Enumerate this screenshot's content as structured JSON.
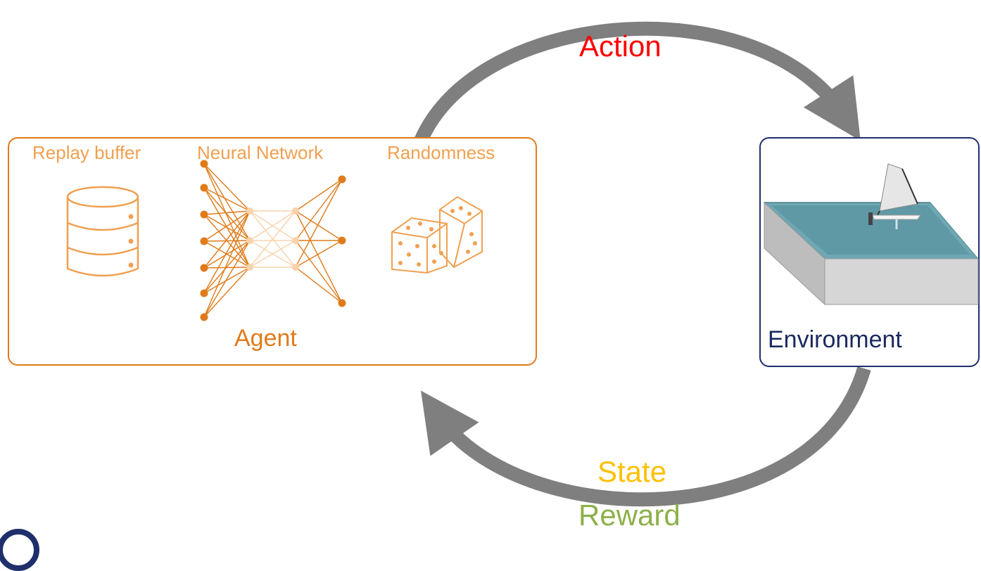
{
  "diagram": {
    "agent": {
      "title": "Agent",
      "components": [
        {
          "label": "Replay buffer",
          "icon": "database-icon"
        },
        {
          "label": "Neural Network",
          "icon": "neural-network-icon"
        },
        {
          "label": "Randomness",
          "icon": "dice-icon"
        }
      ]
    },
    "environment": {
      "title": "Environment",
      "icon": "sailboat-pool-icon"
    },
    "arrows": {
      "action": "Action",
      "state": "State",
      "reward": "Reward"
    },
    "colors": {
      "agent": "#e07b1a",
      "agent_light": "#f0a050",
      "environment": "#1f2f6b",
      "arrow": "#7f7f7f",
      "action": "#ff0000",
      "state": "#ffc000",
      "reward": "#8db04a",
      "water": "#6fa7b4"
    }
  }
}
